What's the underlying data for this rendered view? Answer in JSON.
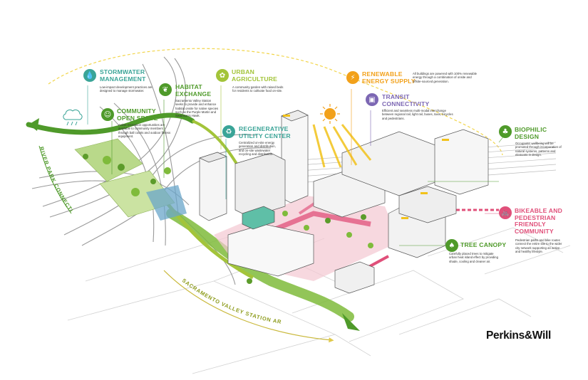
{
  "colors": {
    "green": "#4f9a2a",
    "lime": "#a3c43a",
    "teal": "#3aa497",
    "pink": "#e0507a",
    "orange": "#f2a11a",
    "purple": "#7c67b3"
  },
  "callouts": {
    "stormwater": {
      "title": "STORMWATER\nMANAGEMENT",
      "text": "Low-impact development practices are designed to manage stormwater.",
      "icon": "water-drop-icon"
    },
    "community_open_space": {
      "title": "COMMUNITY\nOPEN SPACE",
      "text": "Active recreation opportunities are available to community members through ball courts and outdoor fitness equipment.",
      "icon": "people-icon"
    },
    "habitat_exchange": {
      "title": "HABITAT\nEXCHANGE",
      "text": "Sacramento Valley Station seeks to provide and enhance habitat onsite for native species such as the Purple Martin and Swainson's Hawk.",
      "icon": "leaf-icon"
    },
    "urban_agriculture": {
      "title": "URBAN\nAGRICULTURE",
      "text": "A community garden with raised beds for residents to cultivate food on-site.",
      "icon": "sprout-icon"
    },
    "regenerative_utility": {
      "title": "REGENERATIVE\nUTILITY CENTER",
      "text": "Centralized on-site energy generation and distribution, and on-site wastewater recycling and distribution.",
      "icon": "recycle-icon"
    },
    "renewable_energy": {
      "title": "RENEWABLE\nENERGY SUPPLY",
      "text": "All buildings are powered with 100% renewable energy through a combination of onsite and offsite-sourced generation.",
      "icon": "lightning-icon"
    },
    "transit": {
      "title": "TRANSIT\nCONNECTIVITY",
      "text": "Efficient and seamless multi-modal interchange between regional rail, light rail, buses, taxis, bicycles and pedestrians.",
      "icon": "train-icon"
    },
    "biophilic": {
      "title": "BIOPHILIC\nDESIGN",
      "text": "Occupants' wellbeing will be promoted through incorporation of natural systems, patterns and elements in design.",
      "icon": "plant-icon"
    },
    "bikeable": {
      "title": "BIKEABLE AND\nPEDESTRIAN\nFRIENDLY\nCOMMUNITY",
      "text": "Pedestrian paths and bike routes connect the entire site to the wider city network supporting an active and healthy lifestyle.",
      "icon": "bicycle-icon"
    },
    "tree_canopy": {
      "title": "TREE CANOPY",
      "text": "Carefully placed trees to mitigate urban heat island effect by providing shade, cooling and cleaner air.",
      "icon": "tree-icon"
    }
  },
  "labels": {
    "river_park": "RIVER PARK CONNECTION",
    "station_area": "SACRAMENTO VALLEY STATION AREA"
  },
  "brand": "Perkins&Will"
}
